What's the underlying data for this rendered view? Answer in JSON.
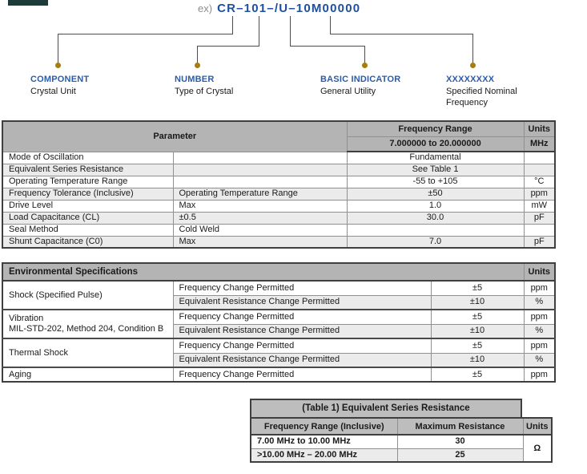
{
  "part_number": {
    "prefix": "ex)",
    "code": "CR–101–/U–10M00000"
  },
  "legend": {
    "items": [
      {
        "title": "COMPONENT",
        "subtitle": "Crystal Unit"
      },
      {
        "title": "NUMBER",
        "subtitle": "Type of Crystal"
      },
      {
        "title": "BASIC INDICATOR",
        "subtitle": "General Utility"
      },
      {
        "title": "XXXXXXXX",
        "subtitle": "Specified Nominal Frequency"
      }
    ]
  },
  "parameter_table": {
    "header": {
      "parameter": "Parameter",
      "freq_range": "Frequency Range",
      "freq_value": "7.000000 to 20.000000",
      "units": "Units",
      "units_value": "MHz"
    },
    "rows": [
      {
        "param": "Mode of Oscillation",
        "condition": "",
        "value": "Fundamental",
        "unit": ""
      },
      {
        "param": "Equivalent Series Resistance",
        "condition": "",
        "value": "See Table 1",
        "unit": ""
      },
      {
        "param": "Operating Temperature Range",
        "condition": "",
        "value": "-55 to +105",
        "unit": "°C"
      },
      {
        "param": "Frequency Tolerance (Inclusive)",
        "condition": "Operating Temperature Range",
        "value": "±50",
        "unit": "ppm"
      },
      {
        "param": "Drive Level",
        "condition": "Max",
        "value": "1.0",
        "unit": "mW"
      },
      {
        "param": "Load Capacitance (CL)",
        "condition": "±0.5",
        "value": "30.0",
        "unit": "pF"
      },
      {
        "param": "Seal Method",
        "condition": "Cold Weld",
        "value": "",
        "unit": ""
      },
      {
        "param": "Shunt Capacitance (C0)",
        "condition": "Max",
        "value": "7.0",
        "unit": "pF"
      }
    ]
  },
  "environmental_table": {
    "title": "Environmental Specifications",
    "units_label": "Units",
    "groups": [
      {
        "category": "Shock (Specified Pulse)",
        "category_line2": "",
        "rows": [
          {
            "desc": "Frequency Change Permitted",
            "value": "±5",
            "unit": "ppm"
          },
          {
            "desc": "Equivalent Resistance Change Permitted",
            "value": "±10",
            "unit": "%"
          }
        ]
      },
      {
        "category": "Vibration",
        "category_line2": "MIL-STD-202, Method 204, Condition B",
        "rows": [
          {
            "desc": "Frequency Change Permitted",
            "value": "±5",
            "unit": "ppm"
          },
          {
            "desc": "Equivalent Resistance Change Permitted",
            "value": "±10",
            "unit": "%"
          }
        ]
      },
      {
        "category": "Thermal Shock",
        "category_line2": "",
        "rows": [
          {
            "desc": "Frequency Change Permitted",
            "value": "±5",
            "unit": "ppm"
          },
          {
            "desc": "Equivalent Resistance Change Permitted",
            "value": "±10",
            "unit": "%"
          }
        ]
      },
      {
        "category": "Aging",
        "category_line2": "",
        "rows": [
          {
            "desc": "Frequency Change Permitted",
            "value": "±5",
            "unit": "ppm"
          }
        ]
      }
    ]
  },
  "table1": {
    "title": "(Table 1) Equivalent Series Resistance",
    "col_headers": {
      "range": "Frequency Range (Inclusive)",
      "resistance": "Maximum Resistance",
      "units": "Units"
    },
    "rows": [
      {
        "range": "7.00 MHz to 10.00 MHz",
        "resistance": "30"
      },
      {
        "range": ">10.00 MHz – 20.00 MHz",
        "resistance": "25"
      }
    ],
    "unit": "Ω"
  },
  "colors": {
    "accent_blue": "#2b5cab",
    "part_number_blue": "#1f4fa0",
    "dot_gold": "#a87d0b",
    "header_gray": "#b4b4b4",
    "alt_row_gray": "#ebebeb",
    "border_dark": "#3f3f3f",
    "corner_mark": "#1d3c39"
  }
}
